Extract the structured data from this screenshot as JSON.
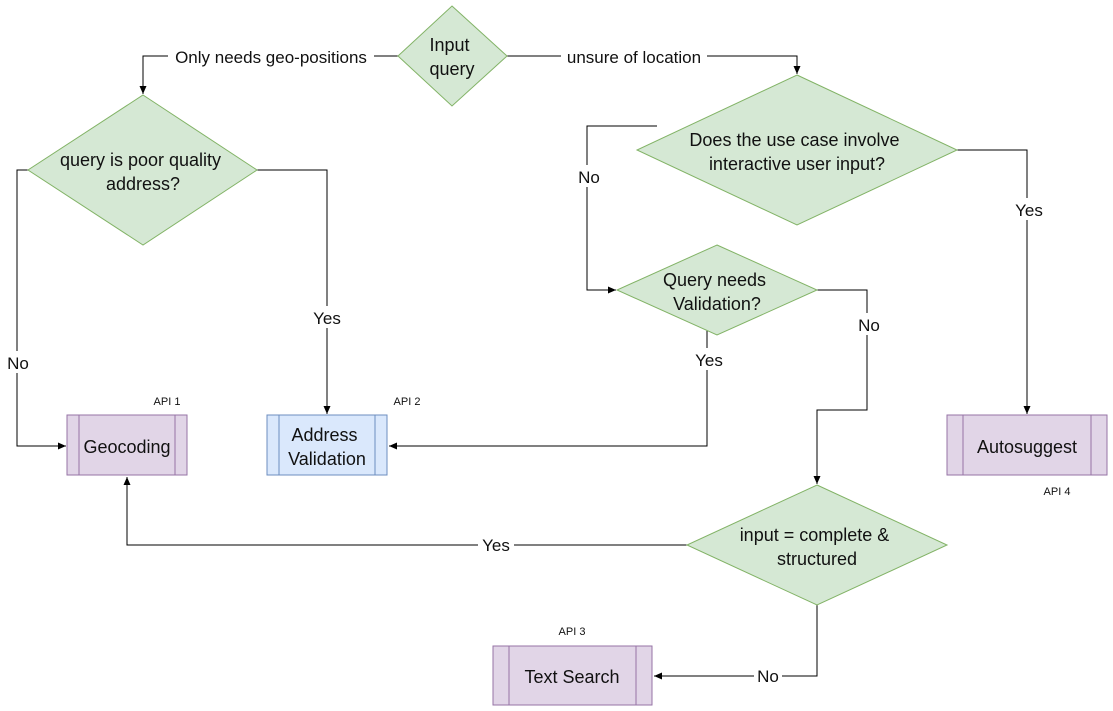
{
  "colors": {
    "decision_fill": "#d5e8d4",
    "decision_stroke": "#82b366",
    "process_purple_fill": "#e1d5e7",
    "process_purple_stroke": "#9673a6",
    "process_blue_fill": "#dae8fc",
    "process_blue_stroke": "#6c8ebf",
    "line": "#000000"
  },
  "decisions": {
    "input_query": [
      "Input",
      "query"
    ],
    "poor_quality": [
      "query is poor quality",
      "address?"
    ],
    "interactive": [
      "Does the use case involve",
      "interactive user input?"
    ],
    "needs_validation": [
      "Query needs",
      "Validation?"
    ],
    "complete_structured": [
      "input = complete &",
      "structured"
    ]
  },
  "processes": {
    "geocoding": {
      "label": [
        "Geocoding"
      ],
      "api": "API 1"
    },
    "address_validation": {
      "label": [
        "Address",
        "Validation"
      ],
      "api": "API 2"
    },
    "text_search": {
      "label": [
        "Text Search"
      ],
      "api": "API 3"
    },
    "autosuggest": {
      "label": [
        "Autosuggest"
      ],
      "api": "API 4"
    }
  },
  "edge_labels": {
    "only_geo": "Only needs geo-positions",
    "unsure_location": "unsure of location",
    "poor_no": "No",
    "poor_yes": "Yes",
    "interactive_no": "No",
    "interactive_yes": "Yes",
    "validation_yes": "Yes",
    "validation_no": "No",
    "complete_yes": "Yes",
    "complete_no": "No"
  }
}
